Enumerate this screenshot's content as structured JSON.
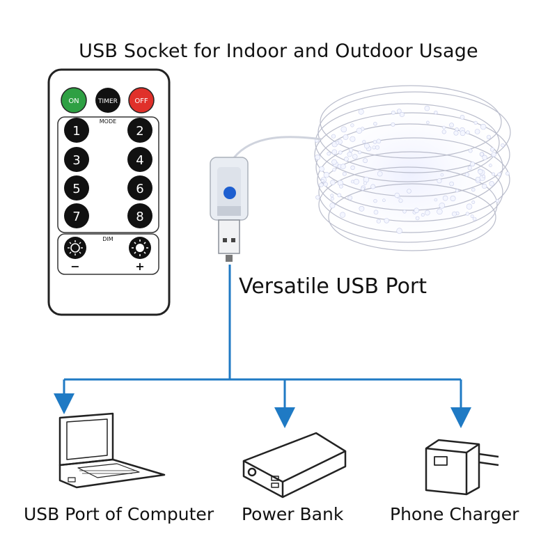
{
  "title": "USB Socket for Indoor and Outdoor Usage",
  "port_label": "Versatile USB Port",
  "remote": {
    "on_label": "ON",
    "timer_label": "TIMER",
    "off_label": "OFF",
    "mode_label": "MODE",
    "dim_label": "DIM",
    "minus_label": "−",
    "plus_label": "+",
    "mode_buttons": [
      "1",
      "2",
      "3",
      "4",
      "5",
      "6",
      "7",
      "8"
    ]
  },
  "devices": {
    "computer": "USB Port of Computer",
    "power_bank": "Power Bank",
    "phone_charger": "Phone Charger"
  },
  "colors": {
    "connector_line": "#1f7ac4",
    "on_button": "#2ea043",
    "off_button": "#e0302a",
    "led_button": "#1e5fd0"
  }
}
